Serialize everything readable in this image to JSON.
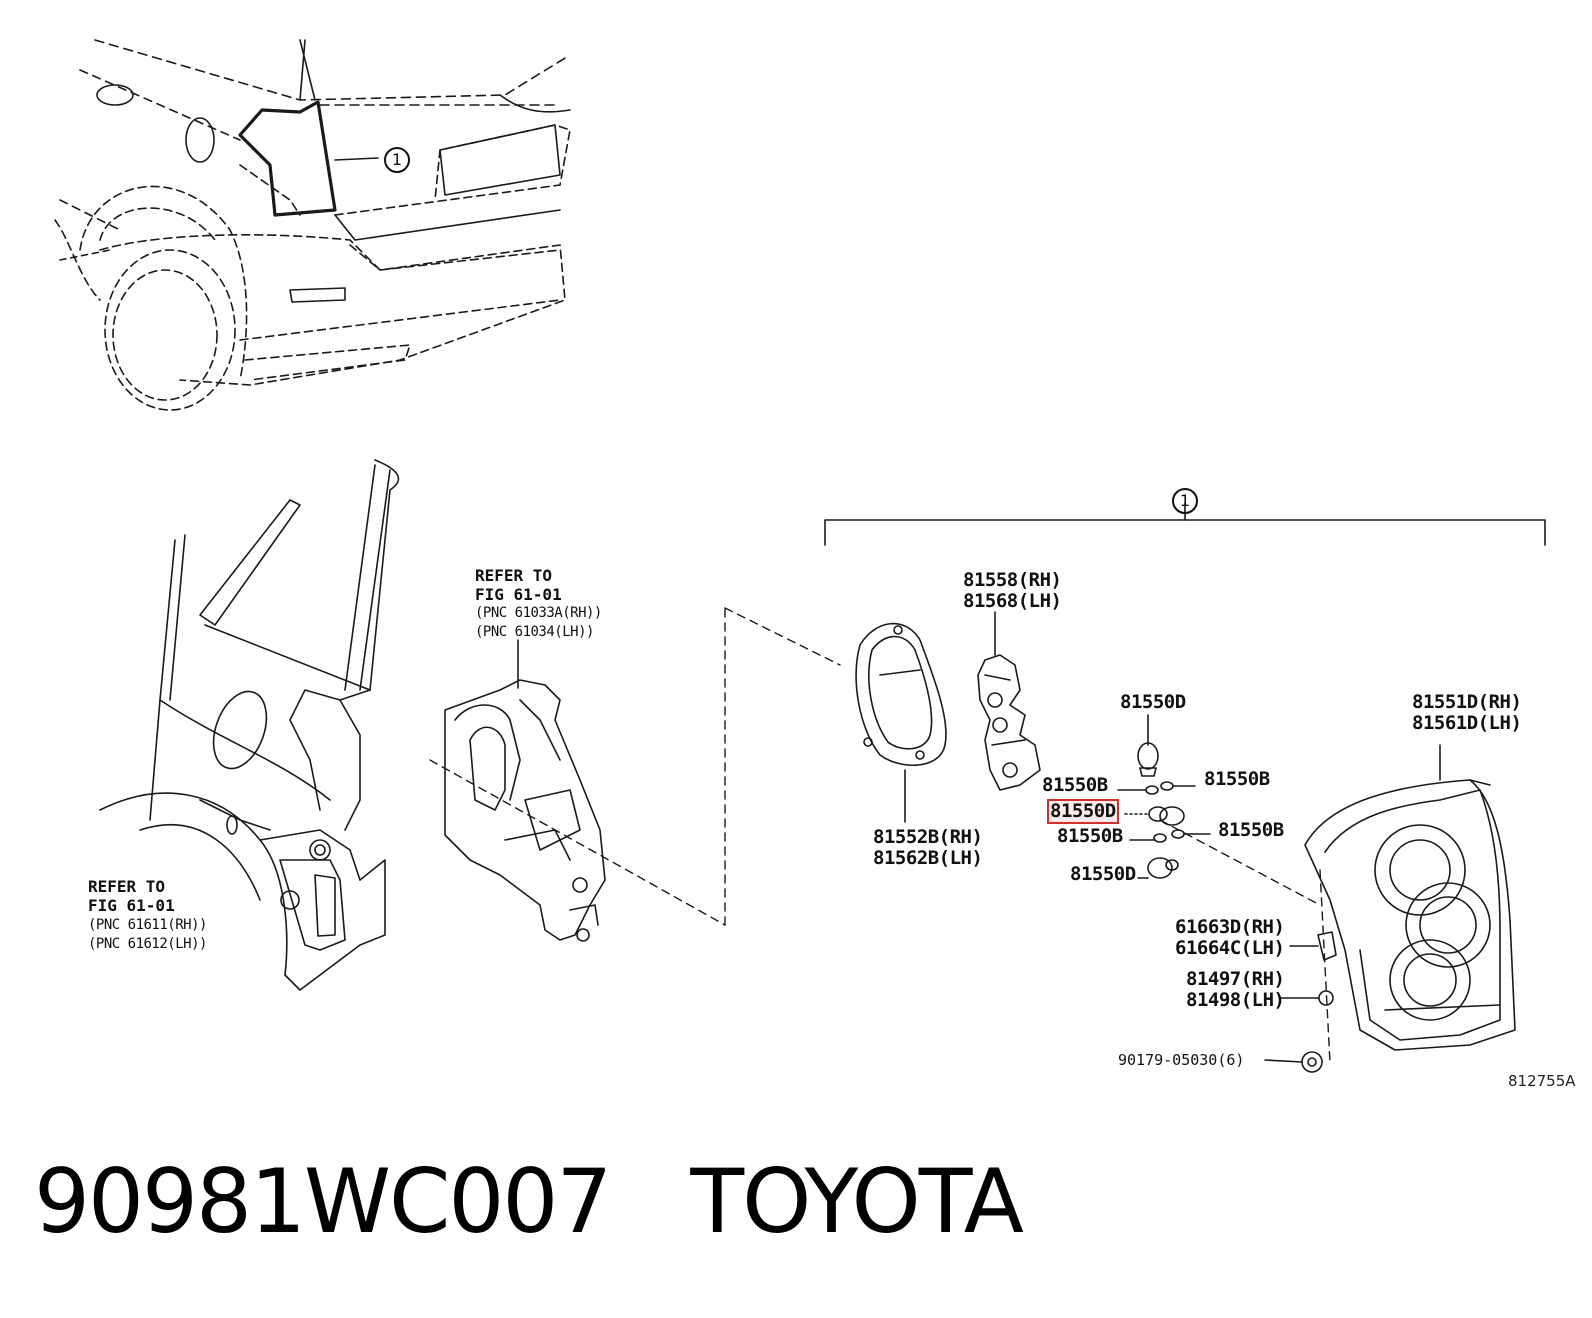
{
  "callout_number": "1",
  "labels": {
    "p81558": "81558(RH)",
    "p81568": "81568(LH)",
    "p81550d_top": "81550D",
    "p81551d": "81551D(RH)",
    "p81561d": "81561D(LH)",
    "p81550b_left1": "81550B",
    "p81550b_right1": "81550B",
    "p81550d_selected": "81550D",
    "p81550b_left2": "81550B",
    "p81550b_right2": "81550B",
    "p81552b": "81552B(RH)",
    "p81562b": "81562B(LH)",
    "p81550d_bottom": "81550D",
    "p61663d": "61663D(RH)",
    "p61664c": "61664C(LH)",
    "p81497": "81497(RH)",
    "p81498": "81498(LH)",
    "p90179": "90179-05030(6)"
  },
  "refs": {
    "upper": {
      "line1": "REFER TO",
      "line2": "FIG 61-01",
      "line3": "(PNC 61033A(RH))",
      "line4": "(PNC 61034(LH))"
    },
    "lower": {
      "line1": "REFER TO",
      "line2": "FIG 61-01",
      "line3": "(PNC 61611(RH))",
      "line4": "(PNC 61612(LH))"
    }
  },
  "figure_id": "812755A",
  "footer": {
    "part_number": "90981WC007",
    "brand": "TOYOTA"
  },
  "highlight_color": "#d32f2f"
}
